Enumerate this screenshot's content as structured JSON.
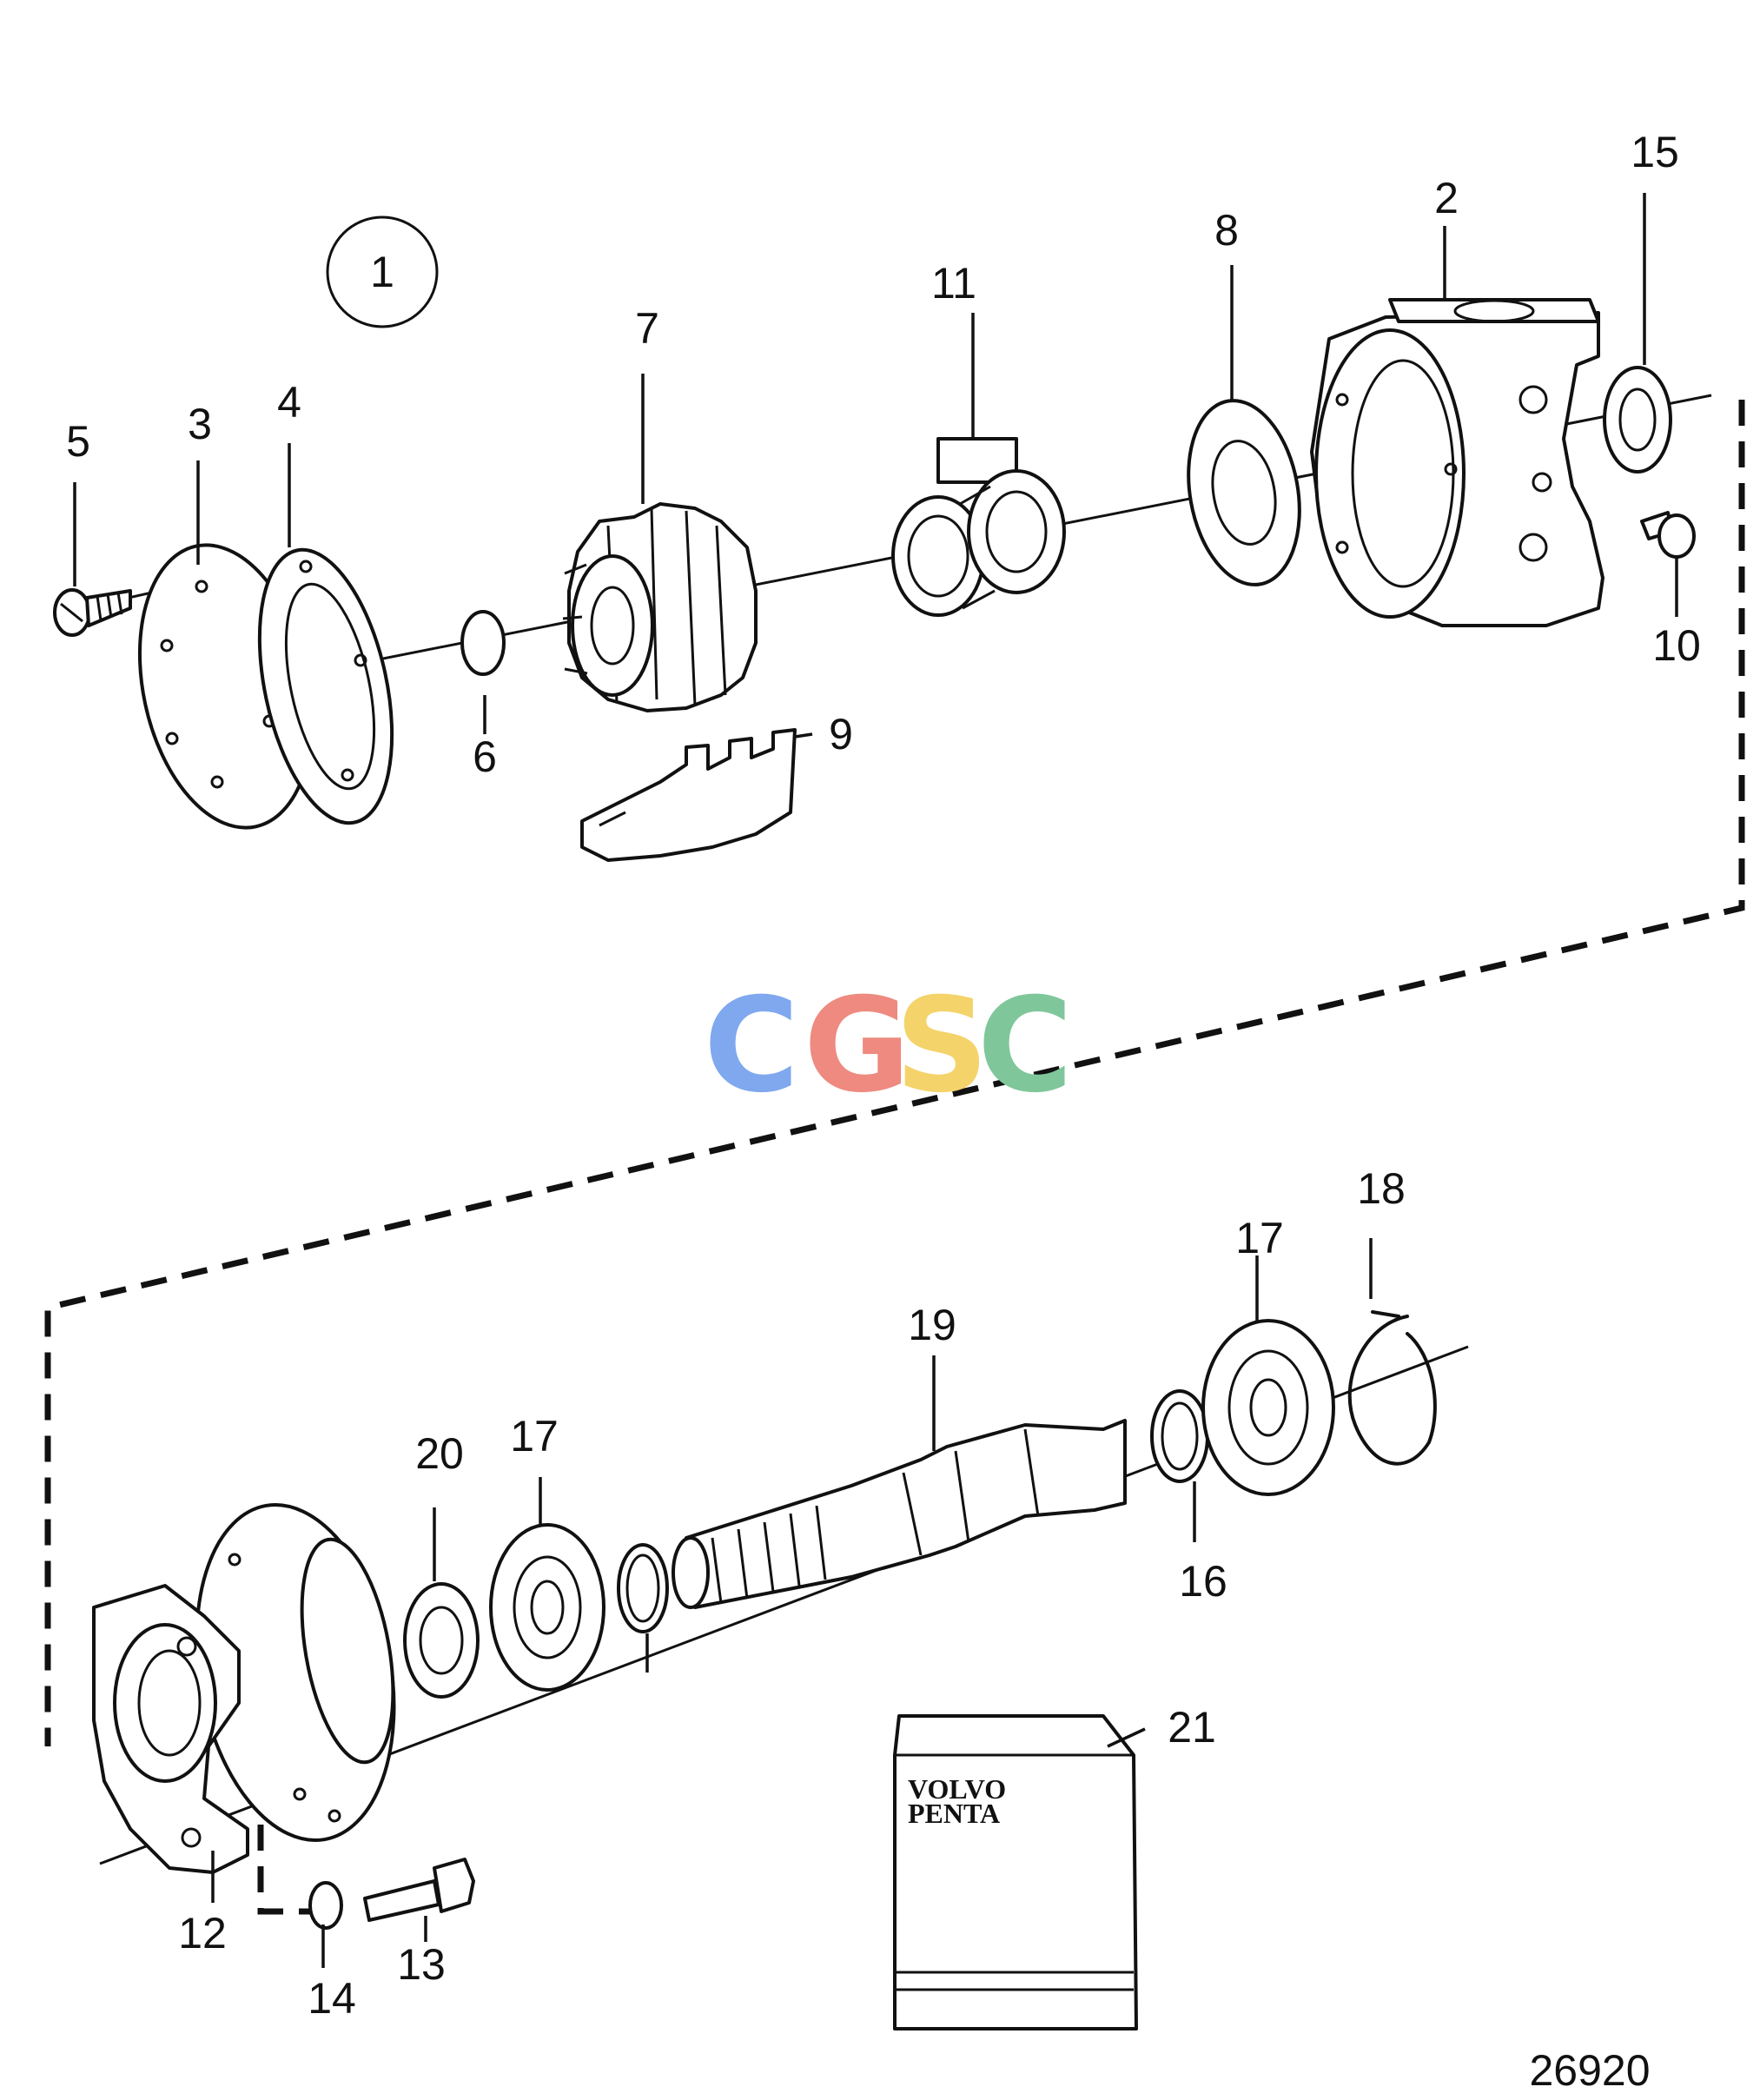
{
  "group_label": "1",
  "part_labels": {
    "p2": "2",
    "p3": "3",
    "p4": "4",
    "p5": "5",
    "p6": "6",
    "p7": "7",
    "p8": "8",
    "p9": "9",
    "p10": "10",
    "p11": "11",
    "p12": "12",
    "p13": "13",
    "p14": "14",
    "p15": "15",
    "p16": "16",
    "p17a": "17",
    "p17b": "17",
    "p18": "18",
    "p19": "19",
    "p20": "20",
    "p21": "21"
  },
  "kit_brand_line1": "VOLVO",
  "kit_brand_line2": "PENTA",
  "watermark_text": "CGSC",
  "watermark_colors": [
    "#7fa8ee",
    "#ee8a80",
    "#f4d36a",
    "#7fc79a"
  ],
  "figure_number": "26920"
}
